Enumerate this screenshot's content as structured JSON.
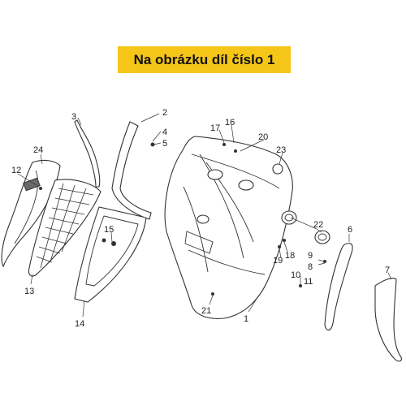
{
  "banner": {
    "text": "Na obrázku díl číslo 1",
    "background": "#f5c518"
  },
  "callouts": [
    "1",
    "2",
    "3",
    "4",
    "5",
    "6",
    "7",
    "8",
    "9",
    "10",
    "11",
    "12",
    "13",
    "14",
    "15",
    "16",
    "17",
    "18",
    "19",
    "20",
    "21",
    "22",
    "23",
    "24"
  ]
}
